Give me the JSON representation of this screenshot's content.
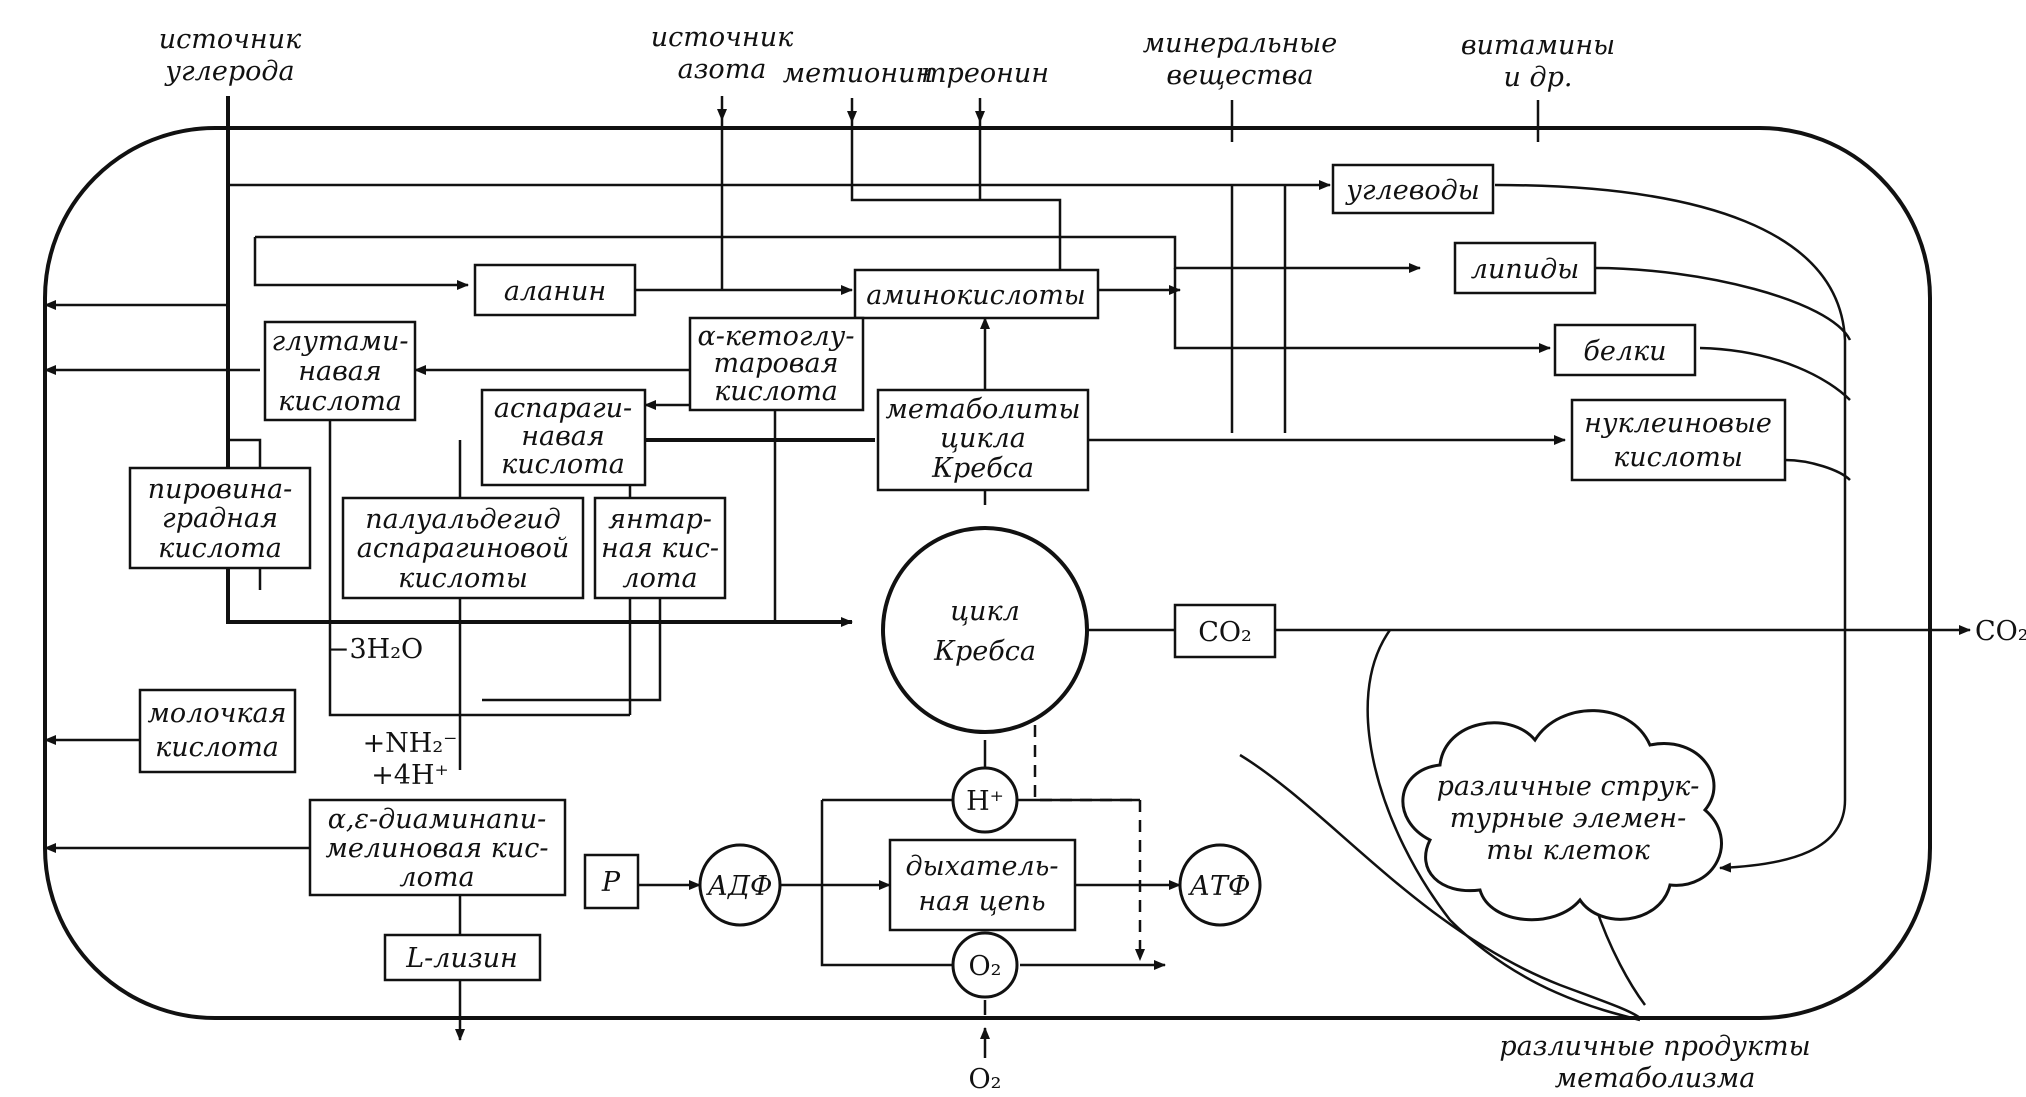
{
  "inputs": {
    "carbon_source": [
      "источник",
      "углерода"
    ],
    "nitrogen_source": [
      "источник",
      "азота"
    ],
    "methionine": "метионин",
    "threonine": "треонин",
    "minerals": [
      "минеральные",
      "вещества"
    ],
    "vitamins": [
      "витамины",
      "и др."
    ],
    "oxygen_in": "O₂"
  },
  "boxes": {
    "alanine": [
      "аланин"
    ],
    "amino_acids": [
      "аминокислоты"
    ],
    "carbohydrates": [
      "углеводы"
    ],
    "lipids": [
      "липиды"
    ],
    "proteins": [
      "белки"
    ],
    "nucleic_acids": [
      "нуклеиновые",
      "кислоты"
    ],
    "glutamic_acid": [
      "глутами-",
      "навая",
      "кислота"
    ],
    "ketoglutaric_acid": [
      "α-кетоглу-",
      "таровая",
      "кислота"
    ],
    "aspartic_acid": [
      "аспараги-",
      "навая",
      "кислота"
    ],
    "krebs_metabolites": [
      "метаболиты",
      "цикла",
      "Кребса"
    ],
    "pyruvic_acid": [
      "пировина-",
      "градная",
      "кислота"
    ],
    "aspartic_semialdehyde": [
      "палуальдегид",
      "аспарагиновой",
      "кислоты"
    ],
    "succinic_acid": [
      "янтар-",
      "ная кис-",
      "лота"
    ],
    "lactic_acid": [
      "молочкая",
      "кислота"
    ],
    "diaminopimelic_acid": [
      "α,ε-диаминапи-",
      "мелиновая кис-",
      "лота"
    ],
    "lysine": [
      "L-лизин"
    ],
    "phosphate": [
      "P"
    ],
    "respiratory_chain": [
      "дыхатель-",
      "ная цепь"
    ],
    "co2_box": [
      "CO₂"
    ]
  },
  "circles": {
    "krebs_cycle": [
      "цикл",
      "Кребса"
    ],
    "adp": "АДФ",
    "atp": "АТФ",
    "hydrogen": "H⁺",
    "oxygen": "O₂"
  },
  "annotations": {
    "minus_water": "−3H₂O",
    "plus_nh2": "+NH₂⁻",
    "plus_4h": "+4H⁺",
    "co2_out": "CO₂"
  },
  "cell_elements": [
    "различные струк-",
    "турные элемен-",
    "ты клеток"
  ],
  "metabolism_products": [
    "различные продукты",
    "метаболизма"
  ]
}
